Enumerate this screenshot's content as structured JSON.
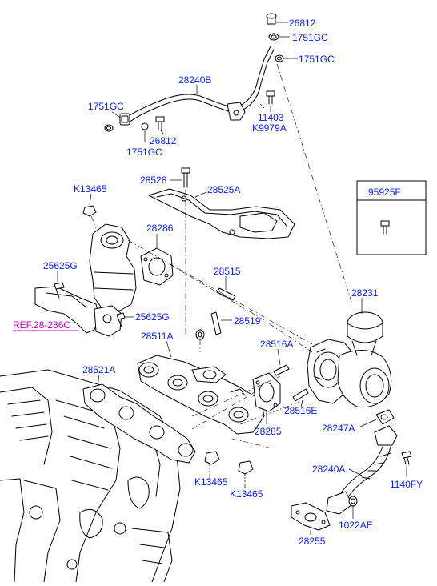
{
  "callouts": {
    "c26812_top": "26812",
    "c1751gc_a": "1751GC",
    "c1751gc_b": "1751GC",
    "c28240b": "28240B",
    "c1751gc_c": "1751GC",
    "c11403": "11403",
    "k9979a": "K9979A",
    "c26812_b": "26812",
    "c1751gc_d": "1751GC",
    "c28528": "28528",
    "c28525a": "28525A",
    "k13465_a": "K13465",
    "c28286": "28286",
    "c25625g_a": "25625G",
    "c28515": "28515",
    "c28231": "28231",
    "ref": "REF.28-286C",
    "c25625g_b": "25625G",
    "c28519": "28519",
    "c28511a": "28511A",
    "c28516a": "28516A",
    "c28521a": "28521A",
    "c28516e": "28516E",
    "c28285": "28285",
    "c28247a": "28247A",
    "c28240a": "28240A",
    "c1140fy": "1140FY",
    "k13465_b": "K13465",
    "k13465_c": "K13465",
    "c28255": "28255",
    "c1022ae": "1022AE"
  },
  "inset": {
    "label": "95925F"
  },
  "colors": {
    "callout": "#0b20ff",
    "reference": "#c800c8",
    "line": "#000000"
  }
}
